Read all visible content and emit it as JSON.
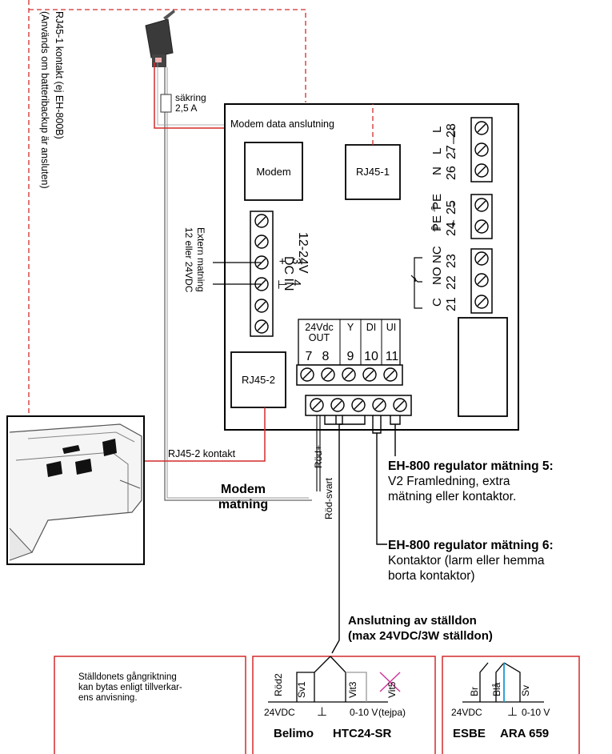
{
  "labels": {
    "rj45_1_kontakt": "RJ45-1 kontakt (ej EH-800B)",
    "anvands_om": "(Används om batteribackup är ansluten)",
    "sakring": "säkring",
    "sakring_value": "2,5 A",
    "modem_data": "Modem data anslutning",
    "modem": "Modem",
    "rj45_1": "RJ45-1",
    "rj45_2": "RJ45-2",
    "rj45_2_kontakt": "RJ45-2 kontakt",
    "extern_matning": "Extern matning",
    "extern_volt": "12 eller 24VDC",
    "dc_in": "DC IN",
    "dc_range": "12-24V",
    "plus": "+",
    "minus": "⊥",
    "t3": "3",
    "t4": "4",
    "rod_plus": "Röd+",
    "rod_svart": "Röd-svart",
    "modem_matning_1": "Modem",
    "modem_matning_2": "matning"
  },
  "right_terminals": [
    {
      "num": "28",
      "name": "L"
    },
    {
      "num": "27",
      "name": "L"
    },
    {
      "num": "26",
      "name": "N"
    },
    {
      "num": "25",
      "name": "PE"
    },
    {
      "num": "24",
      "name": "PE"
    },
    {
      "num": "23",
      "name": "NC"
    },
    {
      "num": "22",
      "name": "NO"
    },
    {
      "num": "21",
      "name": "C"
    }
  ],
  "relay_mark": "⊥",
  "bottom_terminals": {
    "groups": [
      "24Vdc",
      "OUT",
      "Y",
      "DI",
      "UI"
    ],
    "numbers": [
      "7",
      "8",
      "9",
      "10",
      "11"
    ]
  },
  "notes": {
    "m5_title": "EH-800 regulator mätning 5:",
    "m5_line1": "V2 Framledning, extra",
    "m5_line2": "mätning eller kontaktor.",
    "m6_title": "EH-800 regulator mätning 6:",
    "m6_line1": "Kontaktor (larm eller hemma",
    "m6_line2": "borta kontaktor)",
    "actuator_1": "Anslutning av ställdon",
    "actuator_2": "(max 24VDC/3W ställdon)"
  },
  "box_left": {
    "line1": "Ställdonets gångriktning",
    "line2": "kan bytas enligt tillverkar-",
    "line3": "ens anvisning."
  },
  "belimo": {
    "wires": [
      "Röd2",
      "Sv1",
      "Vit3",
      "Vit5"
    ],
    "signals": [
      "24VDC",
      "⊥",
      "0-10 V",
      "(tejpa)"
    ],
    "title_1": "Belimo",
    "title_2": "HTC24-SR"
  },
  "esbe": {
    "wires": [
      "Br",
      "Blå",
      "Sv"
    ],
    "signals": [
      "24VDC",
      "⊥",
      "0-10 V"
    ],
    "title_1": "ESBE",
    "title_2": "ARA 659"
  },
  "colors": {
    "red": "#d42a2a",
    "blue": "#1a9ad6",
    "magenta": "#d0359a",
    "gray": "#888888"
  }
}
